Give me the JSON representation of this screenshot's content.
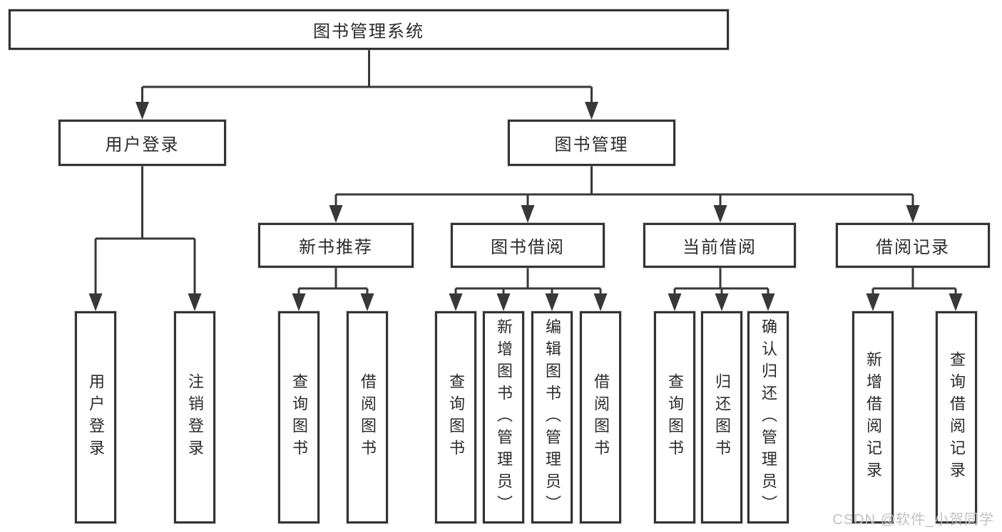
{
  "tree": {
    "root": {
      "label": "图书管理系统"
    },
    "branches": [
      {
        "label": "用户登录",
        "children": [
          {
            "label": "用户登录"
          },
          {
            "label": "注销登录"
          }
        ]
      },
      {
        "label": "图书管理",
        "groups": [
          {
            "label": "新书推荐",
            "children": [
              {
                "label": "查询图书"
              },
              {
                "label": "借阅图书"
              }
            ]
          },
          {
            "label": "图书借阅",
            "children": [
              {
                "label": "查询图书"
              },
              {
                "label": "新增图书（管理员）"
              },
              {
                "label": "编辑图书（管理员）"
              },
              {
                "label": "借阅图书"
              }
            ]
          },
          {
            "label": "当前借阅",
            "children": [
              {
                "label": "查询图书"
              },
              {
                "label": "归还图书"
              },
              {
                "label": "确认归还（管理员）"
              }
            ]
          },
          {
            "label": "借阅记录",
            "children": [
              {
                "label": "新增借阅记录"
              },
              {
                "label": "查询借阅记录"
              }
            ]
          }
        ]
      }
    ]
  },
  "watermark": {
    "text": "CSDN @软件_小贺同学",
    "color": "#c2c2c2"
  },
  "colors": {
    "line": "#383838",
    "box_border": "#333333",
    "text": "#2b2b2b",
    "background": "#ffffff"
  }
}
